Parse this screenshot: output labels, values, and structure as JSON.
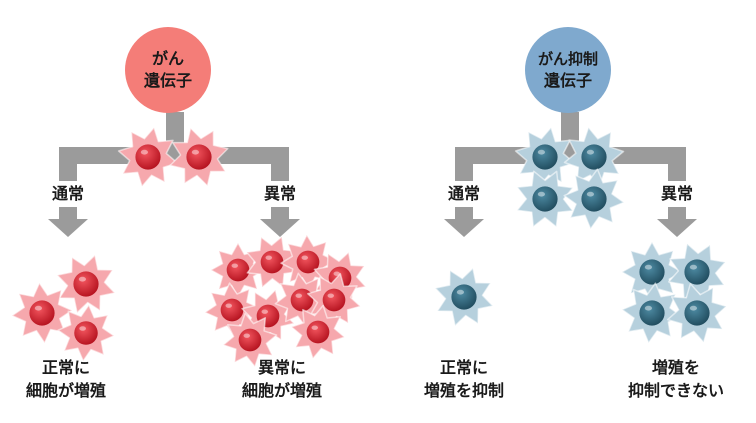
{
  "left_panel": {
    "gene_label_line1": "がん",
    "gene_label_line2": "遺伝子",
    "bubble_color": "#f47d78",
    "branch_normal_label": "通常",
    "branch_abnormal_label": "異常",
    "result_normal_line1": "正常に",
    "result_normal_line2": "細胞が増殖",
    "result_abnormal_line1": "異常に",
    "result_abnormal_line2": "細胞が増殖",
    "cell_body_color": "#f6a8ad",
    "cell_nucleus_color": "#d1222f"
  },
  "right_panel": {
    "gene_label_line1": "がん抑制",
    "gene_label_line2": "遺伝子",
    "bubble_color": "#7fa9ce",
    "branch_normal_label": "通常",
    "branch_abnormal_label": "異常",
    "result_normal_line1": "正常に",
    "result_normal_line2": "増殖を抑制",
    "result_abnormal_line1": "増殖を",
    "result_abnormal_line2": "抑制できない",
    "cell_body_color": "#b6d0dd",
    "cell_nucleus_color": "#2c6075"
  },
  "connector_color": "#9b9b9b"
}
